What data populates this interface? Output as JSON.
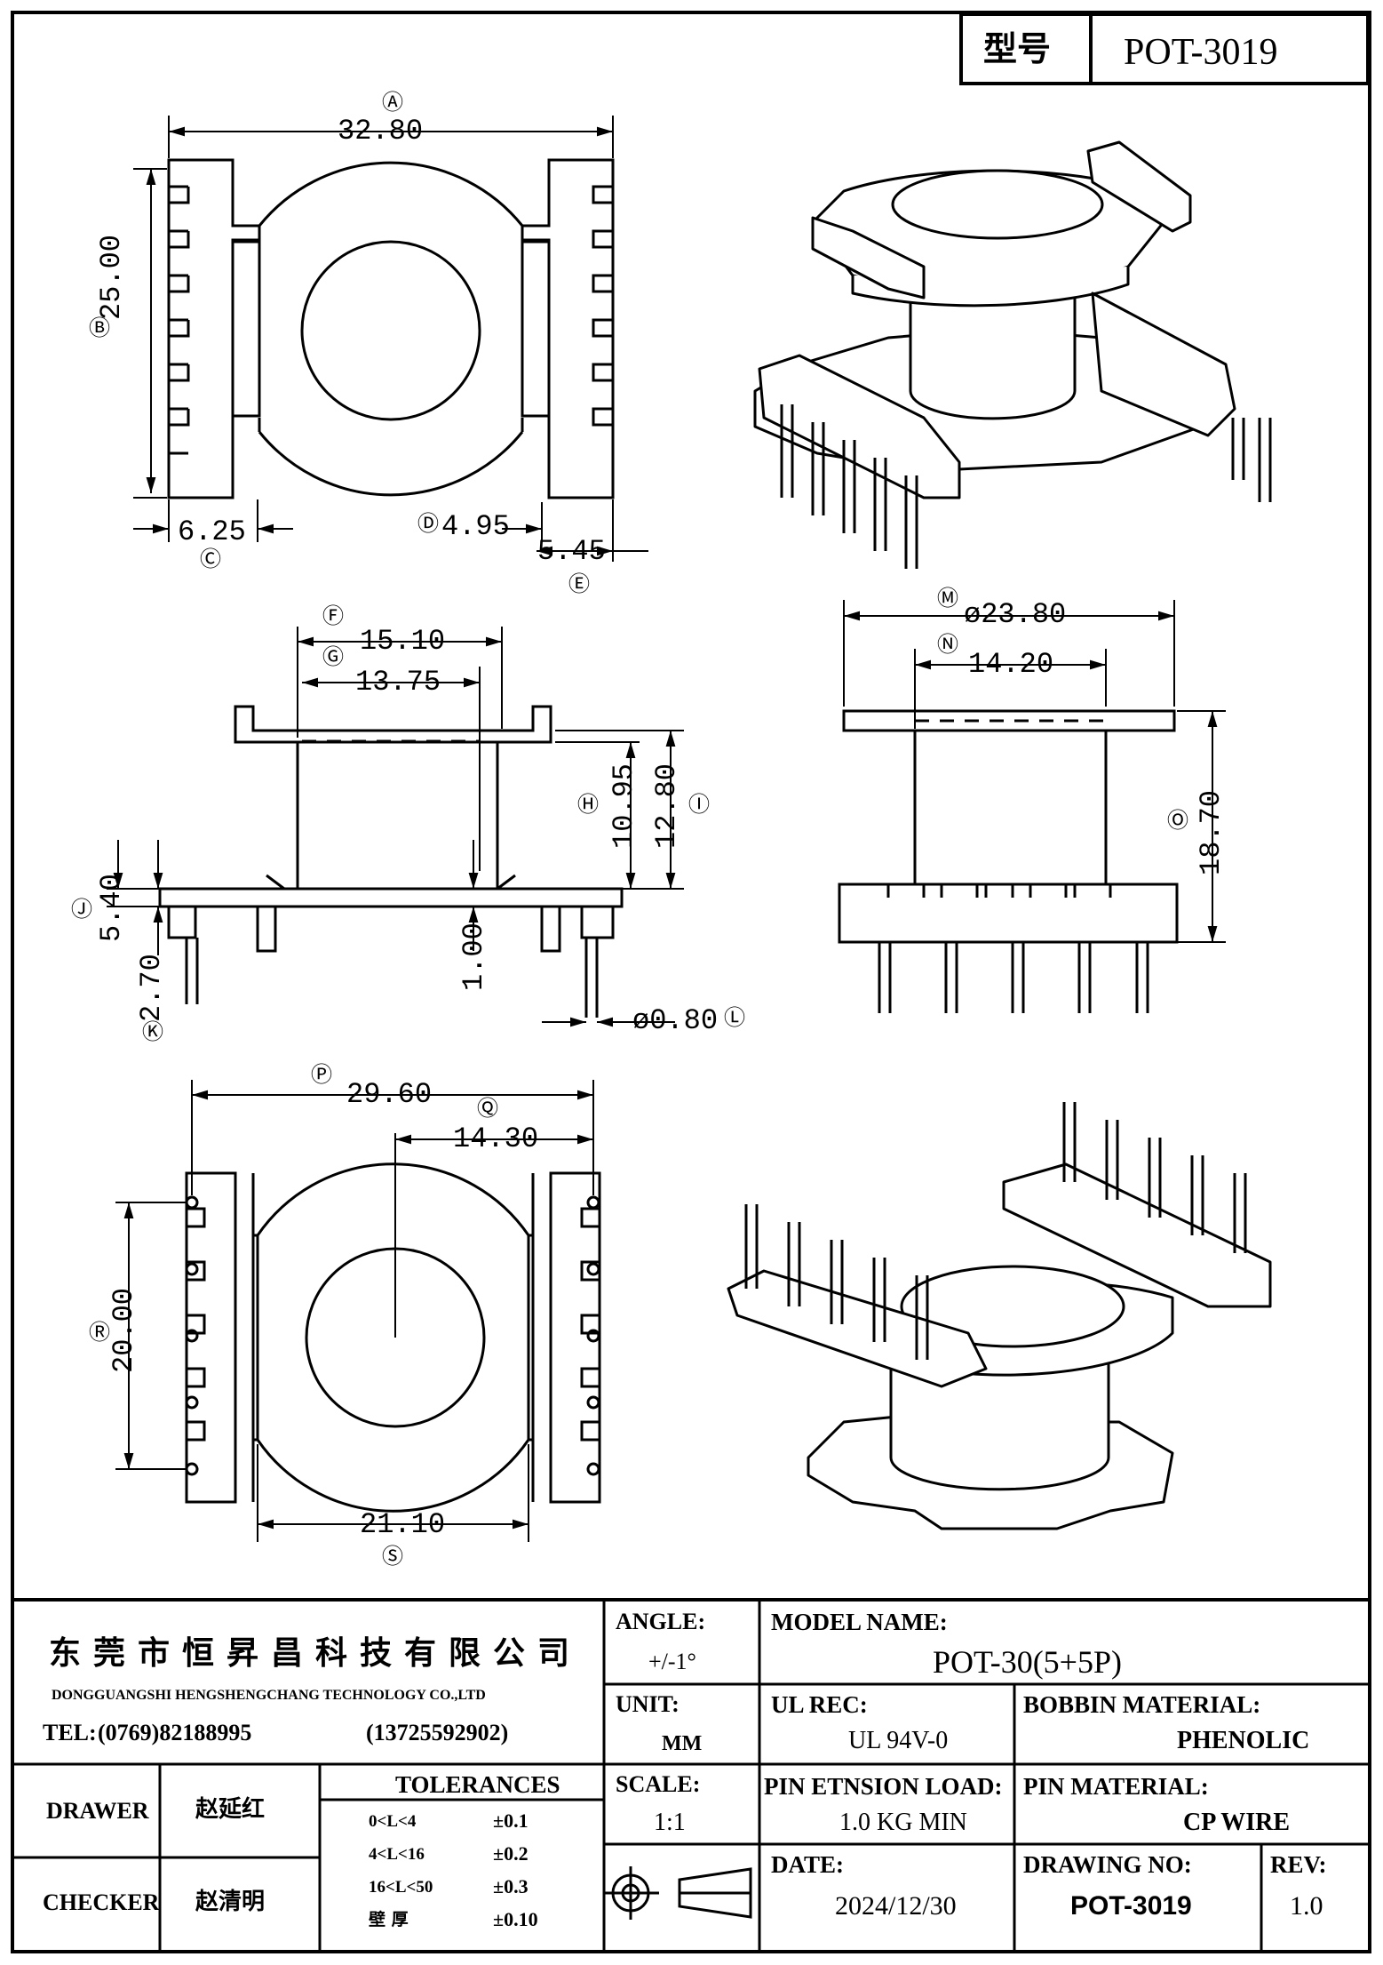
{
  "header": {
    "label": "型号",
    "value": "POT-3019"
  },
  "dims": {
    "A": "32.80",
    "B": "25.00",
    "C": "6.25",
    "D": "4.95",
    "E": "5.45",
    "F": "15.10",
    "G": "13.75",
    "H": "10.95",
    "I": "12.80",
    "J": "5.40",
    "K": "2.70",
    "L": "ø0.80",
    "pin_gap": "1.00",
    "M": "ø23.80",
    "N": "14.20",
    "O": "18.70",
    "P": "29.60",
    "Q": "14.30",
    "R": "20.00",
    "S": "21.10"
  },
  "title_block": {
    "company_cn": "东莞市恒昇昌科技有限公司",
    "company_en": "DONGGUANGSHI HENGSHENGCHANG TECHNOLOGY CO.,LTD",
    "tel_label": "TEL:",
    "tel": "(0769)82188995",
    "mobile": "(13725592902)",
    "drawer_label": "DRAWER",
    "drawer": "赵延红",
    "checker_label": "CHECKER",
    "checker": "赵清明",
    "tolerances_label": "TOLERANCES",
    "tolerances": [
      {
        "range": "0<L<4",
        "tol": "±0.1"
      },
      {
        "range": "4<L<16",
        "tol": "±0.2"
      },
      {
        "range": "16<L<50",
        "tol": "±0.3"
      },
      {
        "range": "壁  厚",
        "tol": "±0.10"
      }
    ],
    "angle_label": "ANGLE:",
    "angle": "+/-1°",
    "unit_label": "UNIT:",
    "unit": "MM",
    "scale_label": "SCALE:",
    "scale": "1:1",
    "model_label": "MODEL NAME:",
    "model": "POT-30(5+5P)",
    "ul_label": "UL REC:",
    "ul": "UL 94V-0",
    "bobbin_label": "BOBBIN MATERIAL:",
    "bobbin": "PHENOLIC",
    "pin_load_label": "PIN ETNSION LOAD:",
    "pin_load": "1.0 KG MIN",
    "pin_mat_label": "PIN MATERIAL:",
    "pin_mat": "CP WIRE",
    "date_label": "DATE:",
    "date": "2024/12/30",
    "drawing_no_label": "DRAWING NO:",
    "drawing_no": "POT-3019",
    "rev_label": "REV:",
    "rev": "1.0"
  }
}
